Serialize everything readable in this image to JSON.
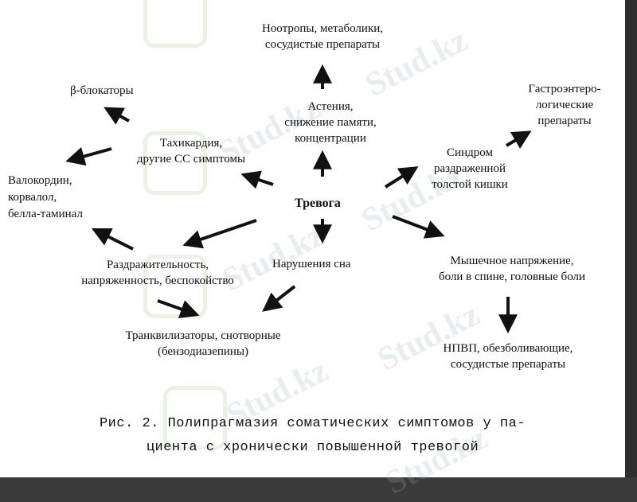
{
  "watermark": "Stud.kz",
  "nodes": {
    "center": "Тревога",
    "nootropy_l1": "Ноотропы, метаболики,",
    "nootropy_l2": "сосудистые препараты",
    "astenia_l1": "Астения,",
    "astenia_l2": "снижение памяти,",
    "astenia_l3": "концентрации",
    "beta": "β-блокаторы",
    "tachy_l1": "Тахикардия,",
    "tachy_l2": "другие СС  симптомы",
    "valo_l1": "Валокордин,",
    "valo_l2": "корвалол,",
    "valo_l3": "белла-таминал",
    "irrit_l1": "Раздражительность,",
    "irrit_l2": "напряженность, беспокойство",
    "sleep": "Нарушения сна",
    "tranq_l1": "Транквилизаторы, снотворные",
    "tranq_l2": "(бензодиазепины)",
    "gastro_l1": "Гастроэнтеро-",
    "gastro_l2": "логические",
    "gastro_l3": "препараты",
    "ibs_l1": "Синдром",
    "ibs_l2": "раздраженной",
    "ibs_l3": "толстой кишки",
    "muscle_l1": "Мышечное напряжение,",
    "muscle_l2": "боли в спине,  головные боли",
    "nsaid_l1": "НПВП, обезболивающие,",
    "nsaid_l2": "сосудистые препараты"
  },
  "caption_l1": "Рис. 2. Полипрагмазия соматических симптомов у па-",
  "caption_l2": "циента с хронически повышенной тревогой"
}
